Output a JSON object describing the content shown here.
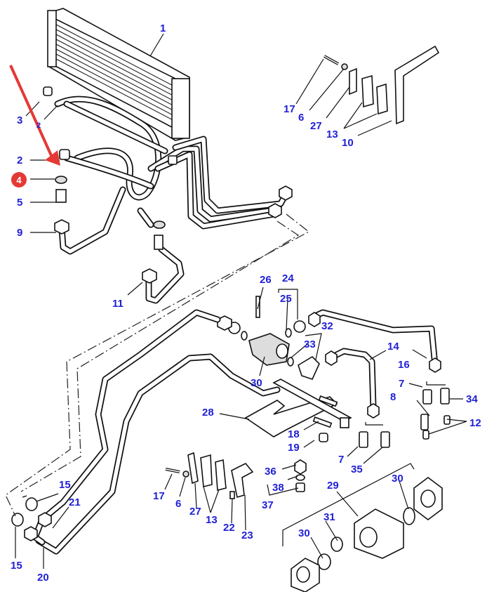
{
  "diagram": {
    "title": "Oil cooler and hydraulic pipes exploded parts view",
    "label_color": "#1f1fd6",
    "highlight": {
      "part_number": "4",
      "badge_color": "#e53935",
      "arrow_color": "#e53935",
      "description": "Red arrow pointing to highlighted part 4 (washer / seal ring)"
    },
    "callouts": [
      {
        "id": "1",
        "text": "1"
      },
      {
        "id": "3",
        "text": "3"
      },
      {
        "id": "2a",
        "text": "2"
      },
      {
        "id": "2b",
        "text": "2"
      },
      {
        "id": "4",
        "text": "4"
      },
      {
        "id": "5",
        "text": "5"
      },
      {
        "id": "9",
        "text": "9"
      },
      {
        "id": "11",
        "text": "11"
      },
      {
        "id": "17a",
        "text": "17"
      },
      {
        "id": "6a",
        "text": "6"
      },
      {
        "id": "27a",
        "text": "27"
      },
      {
        "id": "13a",
        "text": "13"
      },
      {
        "id": "10",
        "text": "10"
      },
      {
        "id": "26",
        "text": "26"
      },
      {
        "id": "24",
        "text": "24"
      },
      {
        "id": "25",
        "text": "25"
      },
      {
        "id": "32",
        "text": "32"
      },
      {
        "id": "33",
        "text": "33"
      },
      {
        "id": "14",
        "text": "14"
      },
      {
        "id": "16",
        "text": "16"
      },
      {
        "id": "30a",
        "text": "30"
      },
      {
        "id": "7a",
        "text": "7"
      },
      {
        "id": "34",
        "text": "34"
      },
      {
        "id": "8",
        "text": "8"
      },
      {
        "id": "12",
        "text": "12"
      },
      {
        "id": "28",
        "text": "28"
      },
      {
        "id": "18",
        "text": "18"
      },
      {
        "id": "19",
        "text": "19"
      },
      {
        "id": "7b",
        "text": "7"
      },
      {
        "id": "35",
        "text": "35"
      },
      {
        "id": "36",
        "text": "36"
      },
      {
        "id": "38",
        "text": "38"
      },
      {
        "id": "37",
        "text": "37"
      },
      {
        "id": "29",
        "text": "29"
      },
      {
        "id": "30b",
        "text": "30"
      },
      {
        "id": "31",
        "text": "31"
      },
      {
        "id": "30c",
        "text": "30"
      },
      {
        "id": "15a",
        "text": "15"
      },
      {
        "id": "21",
        "text": "21"
      },
      {
        "id": "15b",
        "text": "15"
      },
      {
        "id": "20",
        "text": "20"
      },
      {
        "id": "17b",
        "text": "17"
      },
      {
        "id": "6b",
        "text": "6"
      },
      {
        "id": "27b",
        "text": "27"
      },
      {
        "id": "13b",
        "text": "13"
      },
      {
        "id": "22",
        "text": "22"
      },
      {
        "id": "23",
        "text": "23"
      }
    ]
  }
}
